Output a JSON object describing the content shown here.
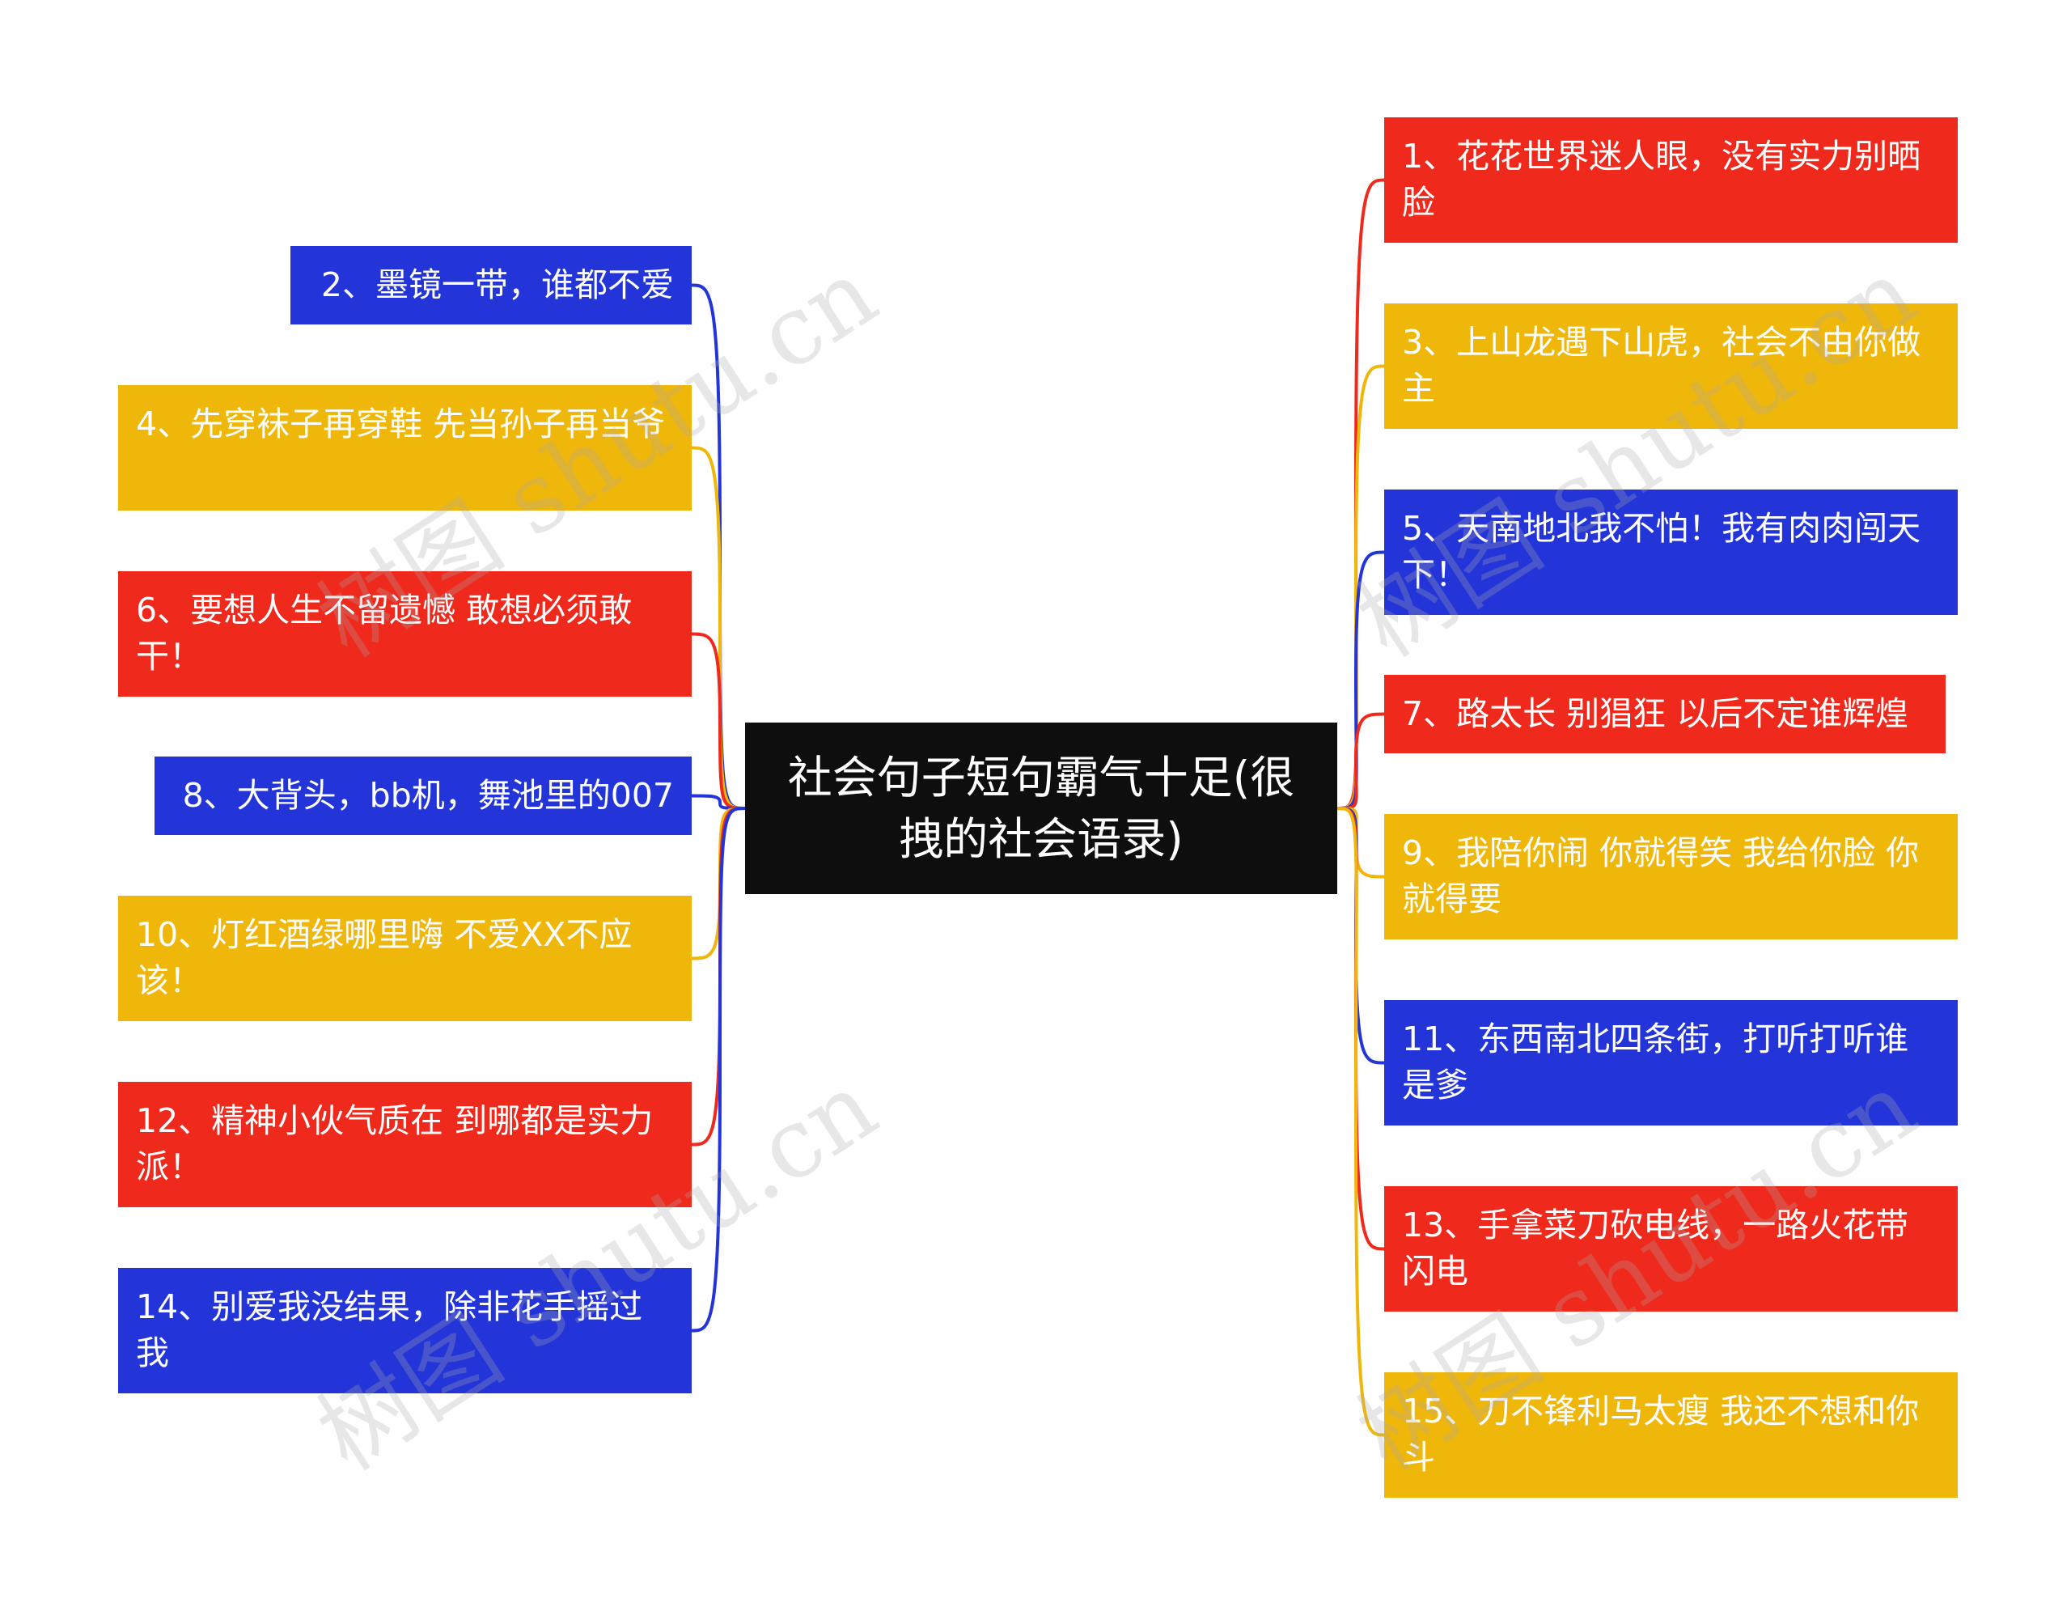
{
  "center_topic": "社会句子短句霸气十足(很拽的社会语录)",
  "watermark": "树图 shutu.cn",
  "colors": {
    "red": "#f0291d",
    "yellow": "#f0b70b",
    "blue": "#2335d9",
    "center": "#0e0e0e"
  },
  "left_items": [
    {
      "id": "2",
      "text": "2、墨镜一带，谁都不爱",
      "color": "blue"
    },
    {
      "id": "4",
      "text": "4、先穿袜子再穿鞋 先当孙子再当爷",
      "color": "yellow"
    },
    {
      "id": "6",
      "text": "6、要想人生不留遗憾 敢想必须敢干！",
      "color": "red"
    },
    {
      "id": "8",
      "text": "8、大背头，bb机，舞池里的007",
      "color": "blue"
    },
    {
      "id": "10",
      "text": "10、灯红酒绿哪里嗨 不爱XX不应该！",
      "color": "yellow"
    },
    {
      "id": "12",
      "text": "12、精神小伙气质在 到哪都是实力派！",
      "color": "red"
    },
    {
      "id": "14",
      "text": "14、别爱我没结果，除非花手摇过我",
      "color": "blue"
    }
  ],
  "right_items": [
    {
      "id": "1",
      "text": "1、花花世界迷人眼，没有实力别晒脸",
      "color": "red"
    },
    {
      "id": "3",
      "text": "3、上山龙遇下山虎，社会不由你做主",
      "color": "yellow"
    },
    {
      "id": "5",
      "text": "5、天南地北我不怕！我有肉肉闯天下！",
      "color": "blue"
    },
    {
      "id": "7",
      "text": "7、路太长 别猖狂 以后不定谁辉煌",
      "color": "red"
    },
    {
      "id": "9",
      "text": "9、我陪你闹 你就得笑 我给你脸 你就得要",
      "color": "yellow"
    },
    {
      "id": "11",
      "text": "11、东西南北四条街，打听打听谁是爹",
      "color": "blue"
    },
    {
      "id": "13",
      "text": "13、手拿菜刀砍电线，一路火花带闪电",
      "color": "red"
    },
    {
      "id": "15",
      "text": "15、刀不锋利马太瘦 我还不想和你斗",
      "color": "yellow"
    }
  ]
}
